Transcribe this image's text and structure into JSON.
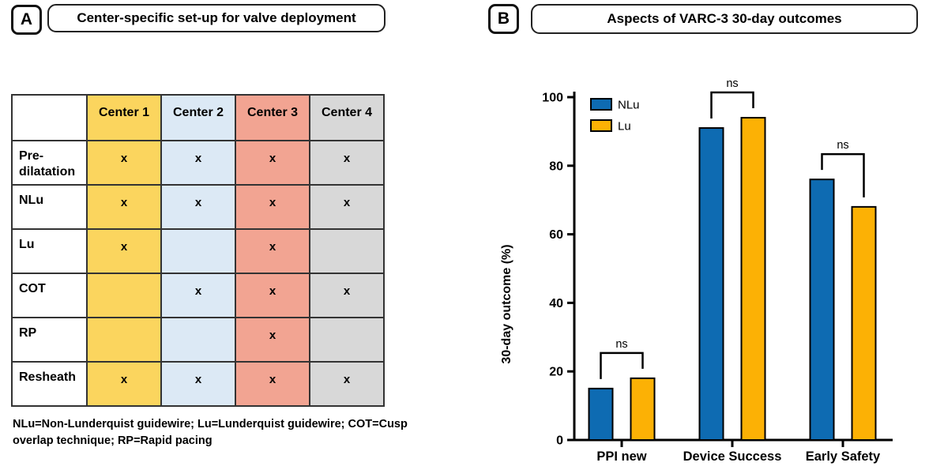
{
  "panel_a": {
    "badge": "A",
    "title": "Center-specific set-up for valve deployment",
    "table": {
      "columns": [
        "",
        "Center 1",
        "Center 2",
        "Center 3",
        "Center 4"
      ],
      "column_colors": [
        "#ffffff",
        "#fbd55e",
        "#dce9f5",
        "#f2a492",
        "#d8d8d8"
      ],
      "mark_symbol": "x",
      "rows": [
        {
          "label": "Pre-dilatation",
          "marks": [
            "x",
            "x",
            "x",
            "x"
          ]
        },
        {
          "label": "NLu",
          "marks": [
            "x",
            "x",
            "x",
            "x"
          ]
        },
        {
          "label": "Lu",
          "marks": [
            "x",
            "",
            "x",
            ""
          ]
        },
        {
          "label": "COT",
          "marks": [
            "",
            "x",
            "x",
            "x"
          ]
        },
        {
          "label": "RP",
          "marks": [
            "",
            "",
            "x",
            ""
          ]
        },
        {
          "label": "Resheath",
          "marks": [
            "x",
            "x",
            "x",
            "x"
          ]
        }
      ]
    },
    "footnote_lines": [
      "NLu=Non-Lunderquist guidewire; Lu=Lunderquist guidewire; COT=Cusp",
      "overlap technique; RP=Rapid pacing"
    ]
  },
  "panel_b": {
    "badge": "B",
    "title": "Aspects of VARC-3 30-day outcomes"
  },
  "chart_data": {
    "type": "bar",
    "title": "Aspects of VARC-3 30-day outcomes",
    "categories": [
      "PPI new",
      "Device Success",
      "Early Safety"
    ],
    "series": [
      {
        "name": "NLu",
        "color": "#0e6bb2",
        "values": [
          15,
          91,
          76
        ]
      },
      {
        "name": "Lu",
        "color": "#fcb105",
        "values": [
          18,
          94,
          68
        ]
      }
    ],
    "annotations": [
      "ns",
      "ns",
      "ns"
    ],
    "xlabel": "",
    "ylabel": "30-day outcome (%)",
    "ylim": [
      0,
      100
    ],
    "yticks": [
      0,
      20,
      40,
      60,
      80,
      100
    ],
    "legend_position": "top-left",
    "grid": false,
    "bar_outline_color": "#000000"
  }
}
